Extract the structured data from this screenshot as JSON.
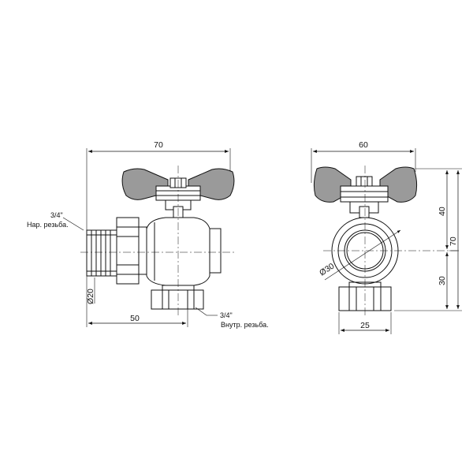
{
  "left_view": {
    "dim_top": "70",
    "dim_bottom": "50",
    "dim_diam": "Ø20",
    "thread_outer": {
      "size": "3/4\"",
      "label": "Нар. резьба."
    },
    "thread_inner": {
      "size": "3/4\"",
      "label": "Внутр. резьба."
    }
  },
  "right_view": {
    "dim_top": "60",
    "dim_bottom": "25",
    "dim_diam": "Ø30",
    "dim_right_upper": "40",
    "dim_right_lower": "30",
    "dim_right_total": "70"
  },
  "colors": {
    "line": "#111111",
    "handle_fill": "#9a9a9a",
    "background": "#ffffff"
  }
}
